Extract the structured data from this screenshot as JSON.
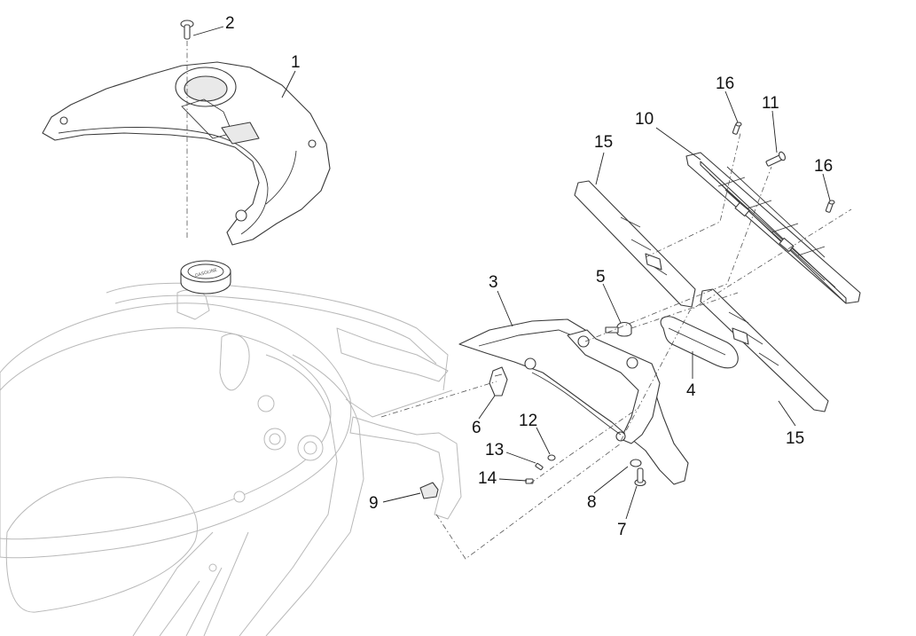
{
  "diagram": {
    "callouts": [
      {
        "label": "1"
      },
      {
        "label": "2"
      },
      {
        "label": "3"
      },
      {
        "label": "4"
      },
      {
        "label": "5"
      },
      {
        "label": "6"
      },
      {
        "label": "7"
      },
      {
        "label": "8"
      },
      {
        "label": "9"
      },
      {
        "label": "10"
      },
      {
        "label": "11"
      },
      {
        "label": "12"
      },
      {
        "label": "13"
      },
      {
        "label": "14"
      },
      {
        "label": "15"
      },
      {
        "label": "15"
      },
      {
        "label": "16"
      },
      {
        "label": "16"
      }
    ],
    "parts": {
      "tank_cap_text": "GASOLINE"
    }
  }
}
